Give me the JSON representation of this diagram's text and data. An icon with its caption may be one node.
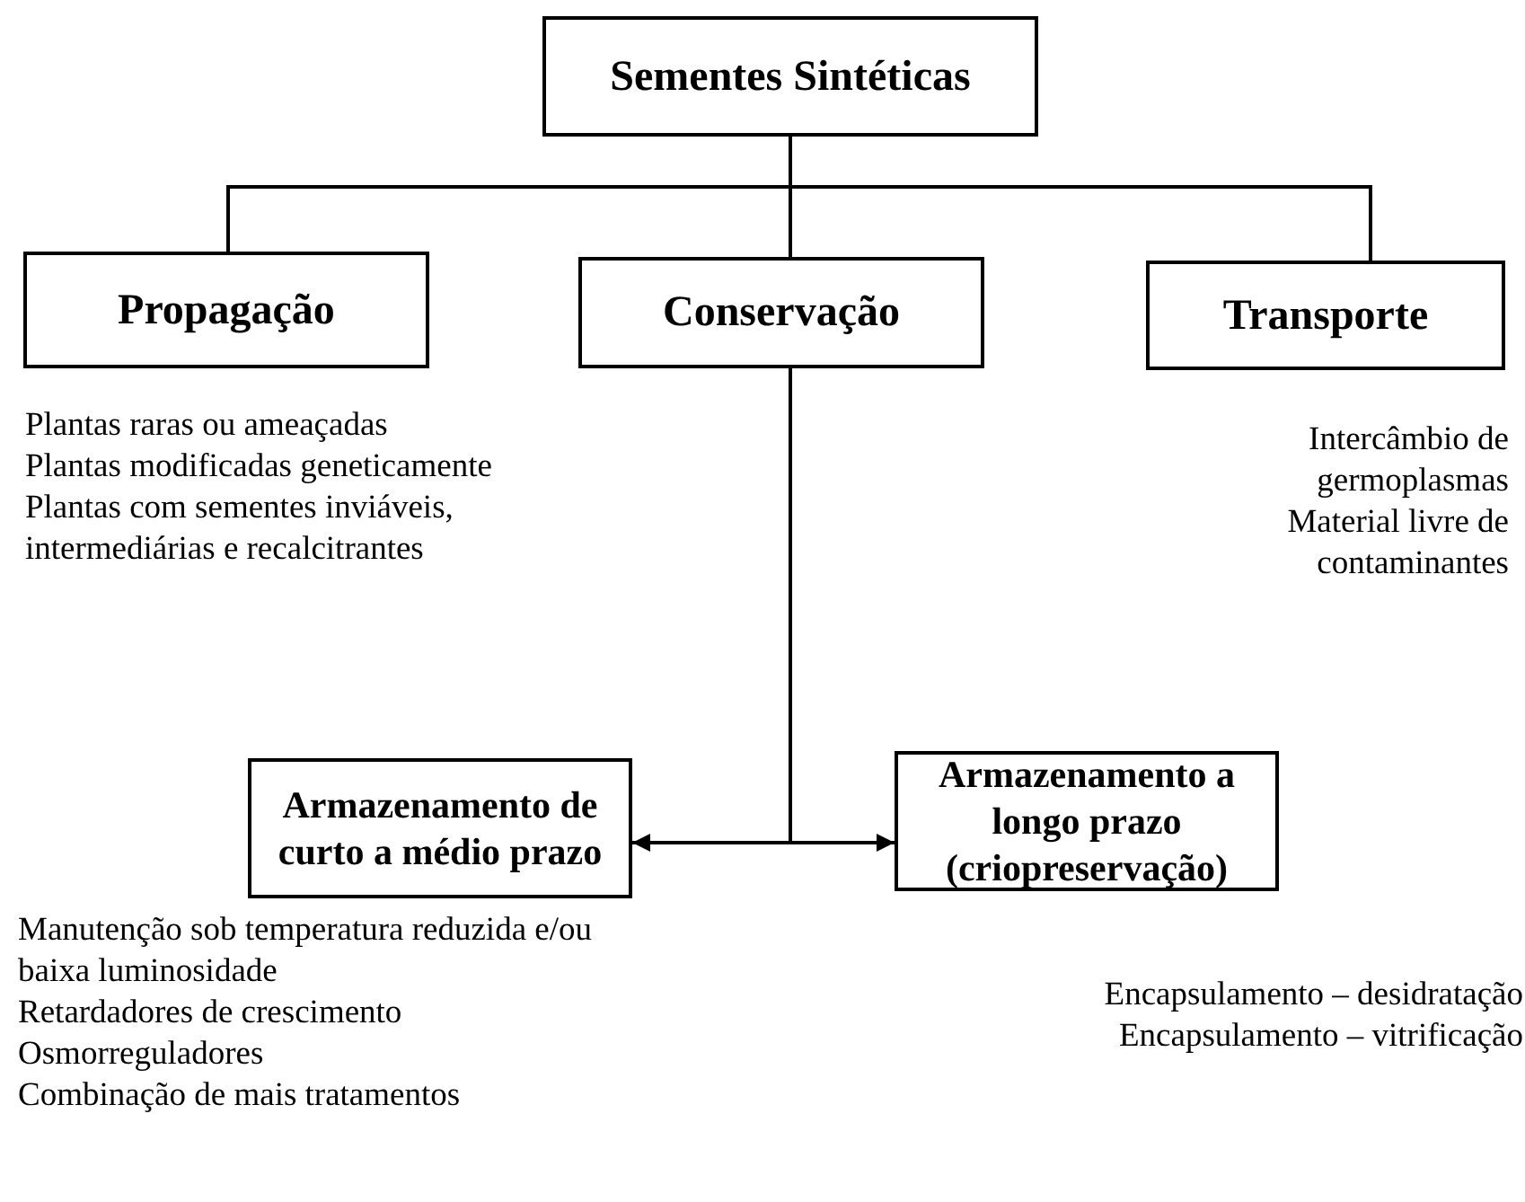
{
  "diagram": {
    "nodes": [
      {
        "text": [
          "Sementes Sintéticas"
        ]
      },
      {
        "text": [
          "Propagação"
        ],
        "beside": [
          "Plantas raras ou ameaçadas",
          "Plantas modificadas geneticamente",
          "Plantas com sementes inviáveis, intermediárias e recalcitrantes"
        ]
      },
      {
        "text": [
          "Conservação"
        ]
      },
      {
        "text": [
          "Transporte"
        ],
        "beside": [
          "Intercâmbio de germoplasmas",
          "Material livre de contaminantes"
        ]
      },
      {
        "text": [
          "Armazenamento de curto a médio prazo"
        ],
        "beside": [
          "Manutenção sob temperatura reduzida e/ou baixa luminosidade",
          "Retardadores de crescimento",
          "Osmorreguladores",
          "Combinação de mais tratamentos"
        ]
      },
      {
        "text": [
          "Armazenamento a longo prazo (criopreservação)"
        ],
        "beside": [
          "Encapsulamento – desidratação",
          "Encapsulamento – vitrificação"
        ]
      }
    ],
    "edges": [
      {
        "from": 0,
        "to": 1,
        "arrow": "none"
      },
      {
        "from": 0,
        "to": 2,
        "arrow": "none"
      },
      {
        "from": 0,
        "to": 3,
        "arrow": "none"
      },
      {
        "from": 2,
        "to": 4,
        "arrow": "to"
      },
      {
        "from": 2,
        "to": 5,
        "arrow": "to"
      }
    ]
  }
}
